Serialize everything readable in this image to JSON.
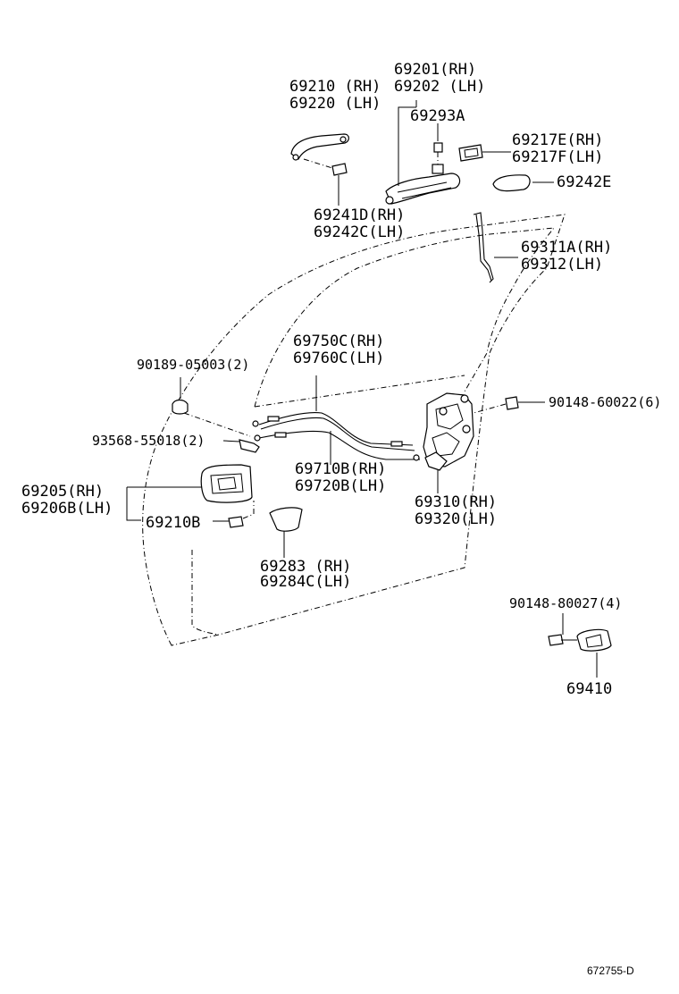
{
  "labels": {
    "l69210": "69210 (RH)",
    "l69220": "69220 (LH)",
    "l69201": "69201(RH)",
    "l69202": "69202 (LH)",
    "l69293A": "69293A",
    "l69217E": "69217E(RH)",
    "l69217F": "69217F(LH)",
    "l69242E": "69242E",
    "l69241D": "69241D(RH)",
    "l69242C": "69242C(LH)",
    "l69311A": "69311A(RH)",
    "l69312": "69312(LH)",
    "l69750C": "69750C(RH)",
    "l69760C": "69760C(LH)",
    "l90189": "90189-05003(2)",
    "l90148a": "90148-60022(6)",
    "l93568": "93568-55018(2)",
    "l69710B": "69710B(RH)",
    "l69720B": "69720B(LH)",
    "l69205": "69205(RH)",
    "l69206B": "69206B(LH)",
    "l69210B": "69210B",
    "l69310": "69310(RH)",
    "l69320": "69320(LH)",
    "l69283": "69283  (RH)",
    "l69284C": "69284C(LH)",
    "l90148b": "90148-80027(4)",
    "l69410": "69410"
  },
  "reference": "672755-D"
}
